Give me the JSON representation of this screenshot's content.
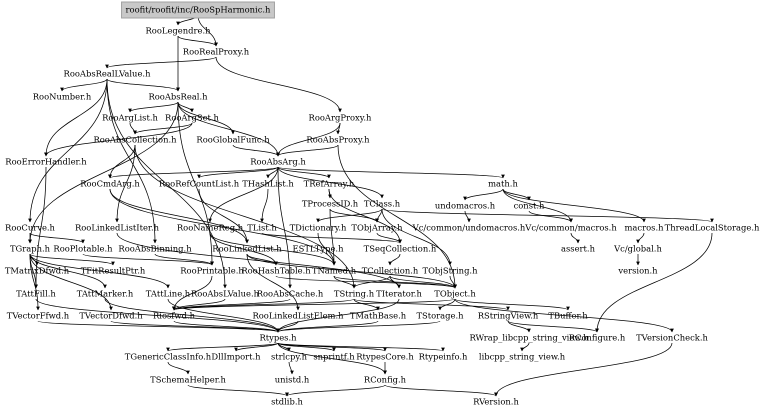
{
  "diagram": {
    "root": "roofit/roofit/inc/RooSpHarmonic.h",
    "nodes": [
      {
        "id": "root",
        "label": "roofit/roofit/inc/RooSpHarmonic.h"
      },
      {
        "id": "legendre",
        "label": "RooLegendre.h"
      },
      {
        "id": "realproxy",
        "label": "RooRealProxy.h"
      },
      {
        "id": "absreallvalue",
        "label": "RooAbsRealLValue.h"
      },
      {
        "id": "number",
        "label": "RooNumber.h"
      },
      {
        "id": "absreal",
        "label": "RooAbsReal.h"
      },
      {
        "id": "arglist",
        "label": "RooArgList.h"
      },
      {
        "id": "argset",
        "label": "RooArgSet.h"
      },
      {
        "id": "argproxy",
        "label": "RooArgProxy.h"
      },
      {
        "id": "abscollection",
        "label": "RooAbsCollection.h"
      },
      {
        "id": "globalfunc",
        "label": "RooGlobalFunc.h"
      },
      {
        "id": "absproxy",
        "label": "RooAbsProxy.h"
      },
      {
        "id": "errorhandler",
        "label": "RooErrorHandler.h"
      },
      {
        "id": "absarg",
        "label": "RooAbsArg.h"
      },
      {
        "id": "cmdarg",
        "label": "RooCmdArg.h"
      },
      {
        "id": "refcountlist",
        "label": "RooRefCountList.h"
      },
      {
        "id": "thashlist",
        "label": "THashList.h"
      },
      {
        "id": "trefarray",
        "label": "TRefArray.h"
      },
      {
        "id": "math",
        "label": "math.h"
      },
      {
        "id": "undomacros",
        "label": "undomacros.h"
      },
      {
        "id": "constmacro",
        "label": "const.h"
      },
      {
        "id": "tprocessid",
        "label": "TProcessID.h"
      },
      {
        "id": "tclass",
        "label": "TClass.h"
      },
      {
        "id": "curve",
        "label": "RooCurve.h"
      },
      {
        "id": "linkedlistiter",
        "label": "RooLinkedListIter.h"
      },
      {
        "id": "namereg",
        "label": "RooNameReg.h"
      },
      {
        "id": "tlist",
        "label": "TList.h"
      },
      {
        "id": "tdictionary",
        "label": "TDictionary.h"
      },
      {
        "id": "tobjarray",
        "label": "TObjArray.h"
      },
      {
        "id": "vcundomacros",
        "label": "Vc/common/undomacros.h"
      },
      {
        "id": "vcmacros",
        "label": "Vc/common/macros.h"
      },
      {
        "id": "macros",
        "label": "macros.h"
      },
      {
        "id": "threadlocal",
        "label": "ThreadLocalStorage.h"
      },
      {
        "id": "tgraph",
        "label": "TGraph.h"
      },
      {
        "id": "plotable",
        "label": "RooPlotable.h"
      },
      {
        "id": "absbinning",
        "label": "RooAbsBinning.h"
      },
      {
        "id": "linkedlist",
        "label": "RooLinkedList.h"
      },
      {
        "id": "esttype",
        "label": "ESTLType.h"
      },
      {
        "id": "tseqcollection",
        "label": "TSeqCollection.h"
      },
      {
        "id": "assert",
        "label": "assert.h"
      },
      {
        "id": "vcglobal",
        "label": "Vc/global.h"
      },
      {
        "id": "tmatrixdfwd",
        "label": "TMatrixDfwd.h"
      },
      {
        "id": "tfitresultptr",
        "label": "TFitResultPtr.h"
      },
      {
        "id": "printable",
        "label": "RooPrintable.h"
      },
      {
        "id": "hashtable",
        "label": "RooHashTable.h"
      },
      {
        "id": "tnamed",
        "label": "TNamed.h"
      },
      {
        "id": "tcollection",
        "label": "TCollection.h"
      },
      {
        "id": "tobjstring",
        "label": "TObjString.h"
      },
      {
        "id": "version",
        "label": "version.h"
      },
      {
        "id": "tattfill",
        "label": "TAttFill.h"
      },
      {
        "id": "tattmarker",
        "label": "TAttMarker.h"
      },
      {
        "id": "tattline",
        "label": "TAttLine.h"
      },
      {
        "id": "abslvalue",
        "label": "RooAbsLValue.h"
      },
      {
        "id": "abscache",
        "label": "RooAbsCache.h"
      },
      {
        "id": "tstring",
        "label": "TString.h"
      },
      {
        "id": "titerator",
        "label": "TIterator.h"
      },
      {
        "id": "tobject",
        "label": "TObject.h"
      },
      {
        "id": "tvectorffwd",
        "label": "TVectorFfwd.h"
      },
      {
        "id": "tvectordfwd",
        "label": "TVectorDfwd.h"
      },
      {
        "id": "riosfwd",
        "label": "Riosfwd.h"
      },
      {
        "id": "linkedlistelem",
        "label": "RooLinkedListElem.h"
      },
      {
        "id": "tmathbase",
        "label": "TMathBase.h"
      },
      {
        "id": "tstorage",
        "label": "TStorage.h"
      },
      {
        "id": "rstringview",
        "label": "RStringView.h"
      },
      {
        "id": "tbuffer",
        "label": "TBuffer.h"
      },
      {
        "id": "rwrap",
        "label": "RWrap_libcpp_string_view.h"
      },
      {
        "id": "rconfigure",
        "label": "RConfigure.h"
      },
      {
        "id": "tversioncheck",
        "label": "TVersionCheck.h"
      },
      {
        "id": "rtypes",
        "label": "Rtypes.h"
      },
      {
        "id": "libcpp",
        "label": "libcpp_string_view.h"
      },
      {
        "id": "tgenericclassinfo",
        "label": "TGenericClassInfo.h"
      },
      {
        "id": "dllimport",
        "label": "DllImport.h"
      },
      {
        "id": "strlcpy",
        "label": "strlcpy.h"
      },
      {
        "id": "snprintf",
        "label": "snprintf.h"
      },
      {
        "id": "rtypescore",
        "label": "RtypesCore.h"
      },
      {
        "id": "rtypeinfo",
        "label": "Rtypeinfo.h"
      },
      {
        "id": "tschemahelper",
        "label": "TSchemaHelper.h"
      },
      {
        "id": "unistd",
        "label": "unistd.h"
      },
      {
        "id": "rconfig",
        "label": "RConfig.h"
      },
      {
        "id": "stdlib",
        "label": "stdlib.h"
      },
      {
        "id": "rversion",
        "label": "RVersion.h"
      }
    ],
    "edges": [
      [
        "root",
        "legendre"
      ],
      [
        "root",
        "realproxy"
      ],
      [
        "legendre",
        "realproxy"
      ],
      [
        "legendre",
        "absreal"
      ],
      [
        "realproxy",
        "absreallvalue"
      ],
      [
        "realproxy",
        "argproxy"
      ],
      [
        "absreallvalue",
        "number"
      ],
      [
        "absreallvalue",
        "absreal"
      ],
      [
        "absreallvalue",
        "curve"
      ],
      [
        "absreallvalue",
        "absbinning"
      ],
      [
        "absreallvalue",
        "abslvalue"
      ],
      [
        "absreallvalue",
        "errorhandler"
      ],
      [
        "absreal",
        "arglist"
      ],
      [
        "absreal",
        "argset"
      ],
      [
        "absreal",
        "globalfunc"
      ],
      [
        "absreal",
        "absarg"
      ],
      [
        "absreal",
        "tgraph"
      ],
      [
        "absreal",
        "printable"
      ],
      [
        "arglist",
        "abscollection"
      ],
      [
        "argset",
        "abscollection"
      ],
      [
        "argset",
        "errorhandler"
      ],
      [
        "argproxy",
        "absproxy"
      ],
      [
        "argproxy",
        "absarg"
      ],
      [
        "abscollection",
        "cmdarg"
      ],
      [
        "abscollection",
        "linkedlistiter"
      ],
      [
        "abscollection",
        "tstring"
      ],
      [
        "globalfunc",
        "absarg"
      ],
      [
        "absproxy",
        "absarg"
      ],
      [
        "absproxy",
        "tobject"
      ],
      [
        "errorhandler",
        "tattfill"
      ],
      [
        "absarg",
        "cmdarg"
      ],
      [
        "absarg",
        "refcountlist"
      ],
      [
        "absarg",
        "thashlist"
      ],
      [
        "absarg",
        "trefarray"
      ],
      [
        "absarg",
        "namereg"
      ],
      [
        "absarg",
        "abscache"
      ],
      [
        "absarg",
        "math"
      ],
      [
        "absarg",
        "tclass"
      ],
      [
        "cmdarg",
        "linkedlist"
      ],
      [
        "cmdarg",
        "tnamed"
      ],
      [
        "refcountlist",
        "linkedlist"
      ],
      [
        "thashlist",
        "tlist"
      ],
      [
        "trefarray",
        "tprocessid"
      ],
      [
        "trefarray",
        "tseqcollection"
      ],
      [
        "math",
        "undomacros"
      ],
      [
        "math",
        "constmacro"
      ],
      [
        "math",
        "vcmacros"
      ],
      [
        "math",
        "macros"
      ],
      [
        "undomacros",
        "vcundomacros"
      ],
      [
        "constmacro",
        "vcmacros"
      ],
      [
        "tprocessid",
        "tobjarray"
      ],
      [
        "tprocessid",
        "tnamed"
      ],
      [
        "tclass",
        "tdictionary"
      ],
      [
        "tclass",
        "tobjarray"
      ],
      [
        "tclass",
        "threadlocal"
      ],
      [
        "tclass",
        "tobjstring"
      ],
      [
        "curve",
        "tgraph"
      ],
      [
        "curve",
        "plotable"
      ],
      [
        "linkedlistiter",
        "titerator"
      ],
      [
        "namereg",
        "hashtable"
      ],
      [
        "namereg",
        "tnamed"
      ],
      [
        "tlist",
        "tseqcollection"
      ],
      [
        "tdictionary",
        "tnamed"
      ],
      [
        "tobjarray",
        "tseqcollection"
      ],
      [
        "vcmacros",
        "assert"
      ],
      [
        "macros",
        "vcglobal"
      ],
      [
        "vcglobal",
        "version"
      ],
      [
        "threadlocal",
        "rconfigure"
      ],
      [
        "tgraph",
        "tattfill"
      ],
      [
        "tgraph",
        "tattmarker"
      ],
      [
        "tgraph",
        "tattline"
      ],
      [
        "tgraph",
        "tvectorffwd"
      ],
      [
        "tgraph",
        "tvectordfwd"
      ],
      [
        "tgraph",
        "tfitresultptr"
      ],
      [
        "tgraph",
        "tmatrixdfwd"
      ],
      [
        "plotable",
        "printable"
      ],
      [
        "absbinning",
        "printable"
      ],
      [
        "linkedlist",
        "hashtable"
      ],
      [
        "linkedlist",
        "linkedlistelem"
      ],
      [
        "linkedlist",
        "tobject"
      ],
      [
        "tseqcollection",
        "tcollection"
      ],
      [
        "printable",
        "riosfwd"
      ],
      [
        "hashtable",
        "tobject"
      ],
      [
        "tnamed",
        "tobject"
      ],
      [
        "tnamed",
        "tstring"
      ],
      [
        "tcollection",
        "tobject"
      ],
      [
        "tcollection",
        "titerator"
      ],
      [
        "tcollection",
        "tstring"
      ],
      [
        "tobjstring",
        "tobject"
      ],
      [
        "tattfill",
        "rtypes"
      ],
      [
        "tattmarker",
        "rtypes"
      ],
      [
        "tattline",
        "rtypes"
      ],
      [
        "abslvalue",
        "riosfwd"
      ],
      [
        "abscache",
        "riosfwd"
      ],
      [
        "tstring",
        "tmathbase"
      ],
      [
        "tstring",
        "rstringview"
      ],
      [
        "tstring",
        "riosfwd"
      ],
      [
        "titerator",
        "rtypes"
      ],
      [
        "tobject",
        "tstorage"
      ],
      [
        "tobject",
        "tbuffer"
      ],
      [
        "tobject",
        "tversioncheck"
      ],
      [
        "tobject",
        "riosfwd"
      ],
      [
        "tvectorffwd",
        "rtypes"
      ],
      [
        "tvectordfwd",
        "rtypes"
      ],
      [
        "riosfwd",
        "rtypes"
      ],
      [
        "linkedlistelem",
        "rtypes"
      ],
      [
        "tmathbase",
        "rtypes"
      ],
      [
        "tstorage",
        "rtypes"
      ],
      [
        "rstringview",
        "rwrap"
      ],
      [
        "rstringview",
        "rconfigure"
      ],
      [
        "rwrap",
        "libcpp"
      ],
      [
        "tversioncheck",
        "rversion"
      ],
      [
        "rtypes",
        "tgenericclassinfo"
      ],
      [
        "rtypes",
        "dllimport"
      ],
      [
        "rtypes",
        "strlcpy"
      ],
      [
        "rtypes",
        "snprintf"
      ],
      [
        "rtypes",
        "rtypescore"
      ],
      [
        "rtypes",
        "rtypeinfo"
      ],
      [
        "rtypes",
        "rconfig"
      ],
      [
        "tgenericclassinfo",
        "tschemahelper"
      ],
      [
        "strlcpy",
        "unistd"
      ],
      [
        "rtypescore",
        "rconfig"
      ],
      [
        "rconfig",
        "stdlib"
      ],
      [
        "rconfig",
        "rversion"
      ],
      [
        "tschemahelper",
        "stdlib"
      ]
    ]
  }
}
